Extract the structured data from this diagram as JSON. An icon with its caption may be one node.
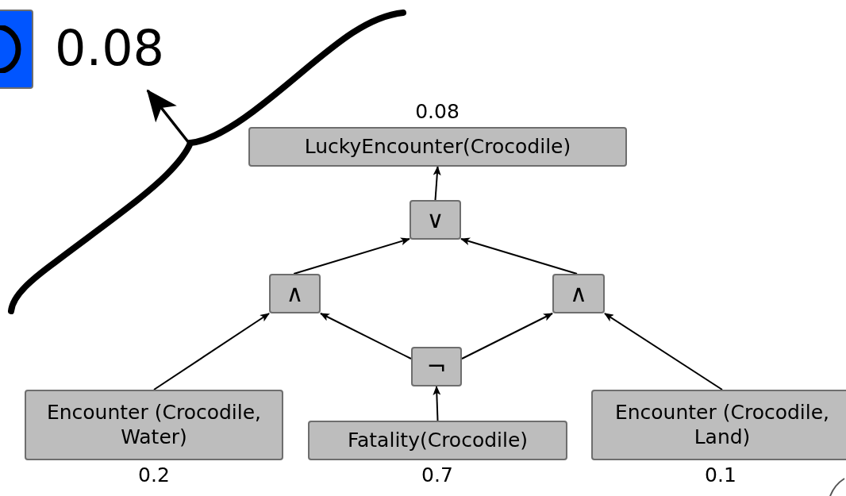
{
  "diagram": {
    "nodes": [
      {
        "text": [],
        "shape": "box",
        "beside": [
          "0.08"
        ]
      },
      {
        "text": [
          "LuckyEncounter(Crocodile)"
        ],
        "beside": [
          "0.08"
        ]
      },
      {
        "text": [
          "∨"
        ]
      },
      {
        "text": [
          "∧"
        ]
      },
      {
        "text": [
          "∧"
        ]
      },
      {
        "text": [
          "¬"
        ]
      },
      {
        "text": [
          "Encounter (Crocodile, Water)"
        ],
        "beside": [
          "0.2"
        ]
      },
      {
        "text": [
          "Fatality(Crocodile)"
        ],
        "beside": [
          "0.7"
        ]
      },
      {
        "text": [
          "Encounter (Crocodile, Land)"
        ],
        "beside": [
          "0.1"
        ]
      }
    ],
    "edges": [
      {
        "from": 2,
        "to": 1,
        "arrow": "to"
      },
      {
        "from": 3,
        "to": 2,
        "arrow": "to"
      },
      {
        "from": 4,
        "to": 2,
        "arrow": "to"
      },
      {
        "from": 6,
        "to": 3,
        "arrow": "to"
      },
      {
        "from": 5,
        "to": 3,
        "arrow": "to"
      },
      {
        "from": 5,
        "to": 4,
        "arrow": "to"
      },
      {
        "from": 8,
        "to": 4,
        "arrow": "to"
      },
      {
        "from": 7,
        "to": 5,
        "arrow": "to"
      }
    ]
  }
}
